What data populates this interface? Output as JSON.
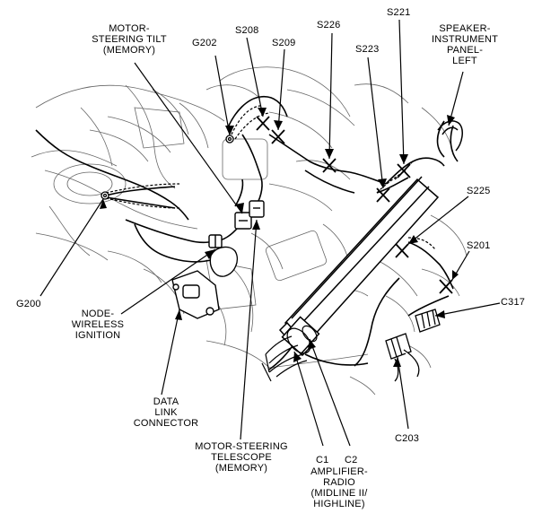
{
  "labels": {
    "motor_steering_tilt": [
      "MOTOR-",
      "STEERING TILT",
      "(MEMORY)"
    ],
    "g202": "G202",
    "s208": "S208",
    "s209": "S209",
    "s226": "S226",
    "s223": "S223",
    "s221": "S221",
    "speaker": [
      "SPEAKER-",
      "INSTRUMENT",
      "PANEL-",
      "LEFT"
    ],
    "s225": "S225",
    "s201": "S201",
    "c317": "C317",
    "g200": "G200",
    "node_wireless": [
      "NODE-",
      "WIRELESS",
      "IGNITION"
    ],
    "data_link": [
      "DATA",
      "LINK",
      "CONNECTOR"
    ],
    "motor_steering_telescope": [
      "MOTOR-STEERING",
      "TELESCOPE",
      "(MEMORY)"
    ],
    "c1": "C1",
    "c2": "C2",
    "amplifier_radio": [
      "AMPLIFIER-",
      "RADIO",
      "(MIDLINE II/",
      "HIGHLINE)"
    ],
    "c203": "C203"
  },
  "colors": {
    "line": "#000000",
    "background": "#ffffff",
    "sketch": "#555555"
  }
}
